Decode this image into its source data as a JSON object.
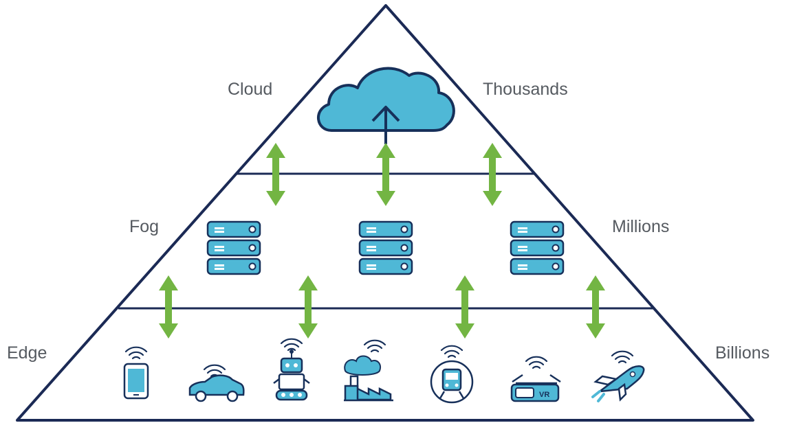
{
  "layers": {
    "cloud": {
      "label": "Cloud",
      "scale": "Thousands"
    },
    "fog": {
      "label": "Fog",
      "scale": "Millions"
    },
    "edge": {
      "label": "Edge",
      "scale": "Billions"
    }
  },
  "icons": {
    "cloud": "cloud-upload-icon",
    "fog_servers": [
      "server-stack-icon",
      "server-stack-icon",
      "server-stack-icon"
    ],
    "edge_devices": [
      "smartphone-icon",
      "car-icon",
      "robot-icon",
      "factory-icon",
      "train-icon",
      "vr-headset-icon",
      "spaceship-icon"
    ],
    "connectors": "bidirectional-arrow-icon"
  },
  "edge_devices": {
    "vr_badge": "VR"
  },
  "colors": {
    "outline": "#1b2a55",
    "arrow": "#73b543",
    "icon_fill": "#4fb8d6",
    "label_text": "#555a60"
  }
}
